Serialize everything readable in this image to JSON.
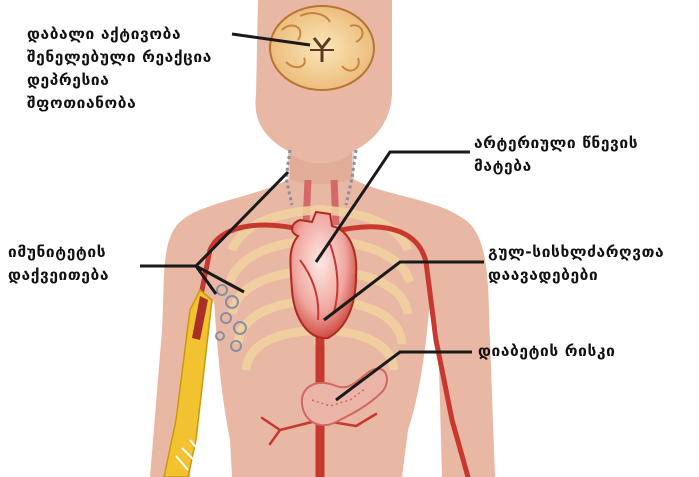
{
  "labels": {
    "brain": [
      "დაბალი აქტივობა",
      "შენელებული რეაქცია",
      "დეპრესია",
      "შფოთიანობა"
    ],
    "blood_pressure": [
      "არტერიული წნევის",
      "მატება"
    ],
    "immunity": [
      "იმუნიტეტის",
      "დაქვეითება"
    ],
    "cardio": [
      "გულ-სისხლძარღვთა",
      "დაავადებები"
    ],
    "diabetes": [
      "დიაბეტის რისკი"
    ]
  },
  "colors": {
    "skin": "#e8b8a4",
    "skin_shade": "#dca48e",
    "artery": "#c8382e",
    "ribs": "#f2d3a0",
    "bone": "#f2c230",
    "pointer": "#1a1a1a",
    "text": "#111111"
  }
}
